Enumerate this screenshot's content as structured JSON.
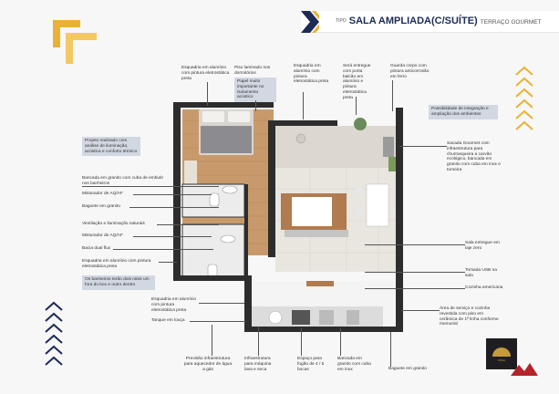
{
  "header": {
    "tipo": "TIPO",
    "title": "SALA AMPLIADA",
    "title_suffix": "(C/SUÍTE)",
    "subtitle": "TERRAÇO GOURMET"
  },
  "labels": {
    "top": [
      "Esquadria em alumínio com pintura eletrostática preta",
      "Piso laminado nos dormitórios",
      "Esquadria em alumínio com pintura eletrostática preta",
      "Será entregue com porta balcão em alumínio e pintura eletrostática preta",
      "Guarda corpo com pintura anticorrosão em ferro"
    ],
    "top_box": "Papel muito importante no isolamento acústico",
    "right_box": "Possibilidade de integração e ampliação dos ambientes",
    "left_box_top": "Projeto realizado com análise de iluminação, acústica e conforto térmico",
    "left": [
      "Bancada em granito com cuba de embutir nos banheiros",
      "Misturador de AQ/AF",
      "Baguete em granito",
      "Ventilação e iluminação naturais",
      "Misturador de AQ/AF",
      "Bacia dual flux",
      "Esquadria em alumínio com pintura eletrostática preta"
    ],
    "left_box_bottom": "Os banheiros terão dois ralos um fora do box e outro dentro",
    "left_lower": [
      "Esquadria em alumínio com pintura eletrostática preta",
      "Tanque em louça"
    ],
    "right": [
      "Sacada Gourmet com infraestrutura para churrasqueira a carvão ecológico, bancada em granito com cuba em inox e torneira",
      "Sala entregue em laje zero",
      "Tomada USB na sala",
      "Cozinha americana",
      "Área de serviço e cozinha revestida com piso em cerâmica de 1ª linha conforme memorial"
    ],
    "bottom": [
      "Previsão infraestrutura para aquecedor de água a gás",
      "Infraestrutura para máquina lava e seca",
      "Espaço para fogão de 4 / 5 bocas",
      "Bancada em granito com cuba em inox",
      "Baguete em granito"
    ]
  },
  "logo_text": "ZONA",
  "colors": {
    "navy": "#1d2b55",
    "gold": "#e9b234",
    "highlight_box": "#d2d8e2"
  }
}
